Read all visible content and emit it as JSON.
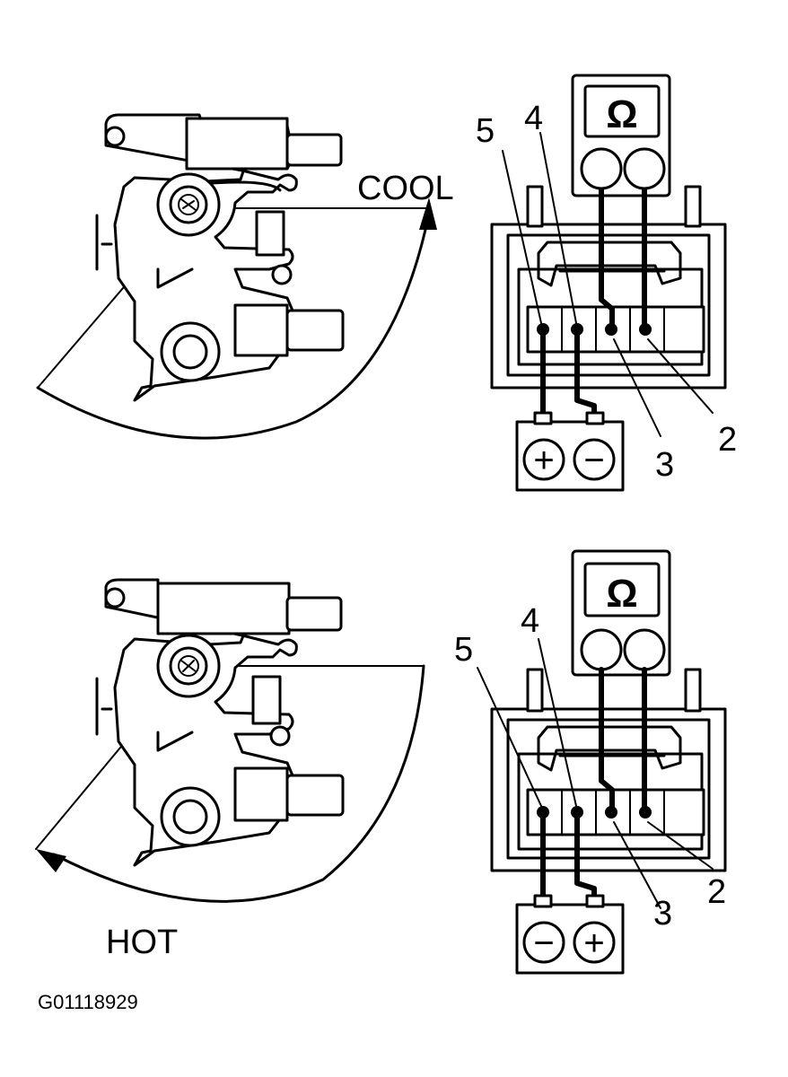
{
  "labels": {
    "cool": "COOL",
    "hot": "HOT",
    "figure_code": "G01118929",
    "ohm_symbol": "Ω",
    "plus": "+",
    "minus": "−"
  },
  "terminals": {
    "t5": "5",
    "t4": "4",
    "t3": "3",
    "t2": "2"
  }
}
